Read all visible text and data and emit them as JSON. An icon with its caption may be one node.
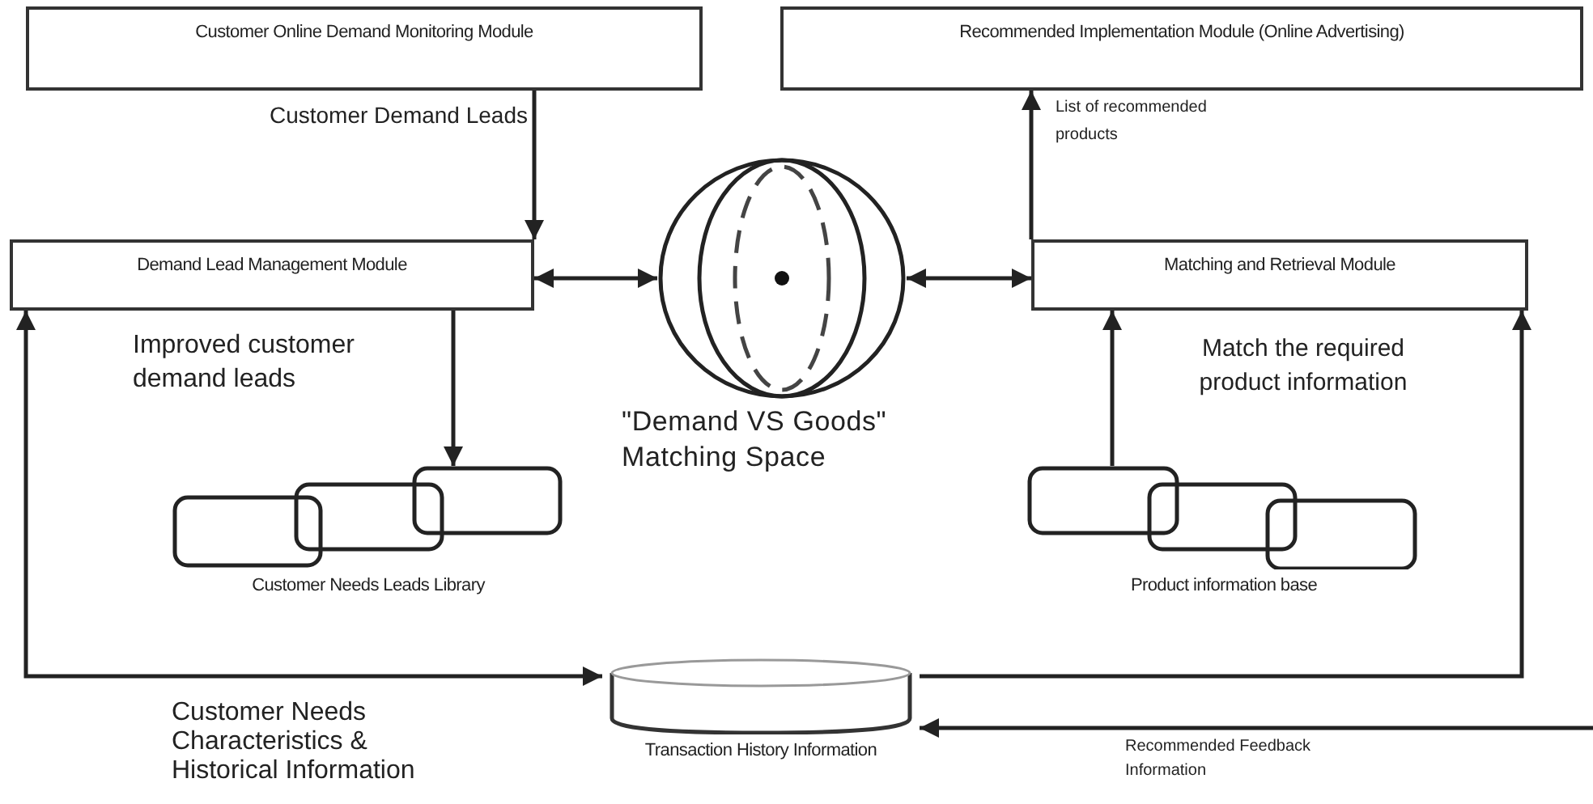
{
  "diagram": {
    "nodes": [
      {
        "text": [
          "Customer Online Demand Monitoring Module"
        ]
      },
      {
        "text": [
          "Recommended Implementation Module (Online Advertising)"
        ]
      },
      {
        "text": [
          "Demand Lead Management Module"
        ]
      },
      {
        "text": [],
        "shape": "circle",
        "beside": [
          "\"Demand VS Goods\" Matching Space"
        ]
      },
      {
        "text": [
          "Matching and Retrieval Module"
        ]
      },
      {
        "text": [
          "Customer Needs Leads Library"
        ]
      },
      {
        "text": [
          "Product information base"
        ]
      },
      {
        "text": [
          "Transaction History Information"
        ]
      }
    ],
    "edges": [
      {
        "from": 0,
        "to": 2,
        "arrow": "to",
        "label": "Customer Demand Leads"
      },
      {
        "from": 2,
        "to": 3,
        "arrow": "both"
      },
      {
        "from": 3,
        "to": 4,
        "arrow": "both"
      },
      {
        "from": 4,
        "to": 1,
        "arrow": "to",
        "label": "List of recommended products"
      },
      {
        "from": 2,
        "to": 5,
        "arrow": "to",
        "label": "Improved customer demand leads"
      },
      {
        "from": 6,
        "to": 4,
        "arrow": "to",
        "label": "Match the required product information"
      },
      {
        "from": 7,
        "to": 2,
        "arrow": "both",
        "label": "Customer Needs Characteristics & Historical Information"
      },
      {
        "from": 7,
        "to": 4,
        "arrow": "to"
      },
      {
        "from": null,
        "to": 7,
        "arrow": "to",
        "label": "Recommended Feedback Information"
      }
    ]
  }
}
